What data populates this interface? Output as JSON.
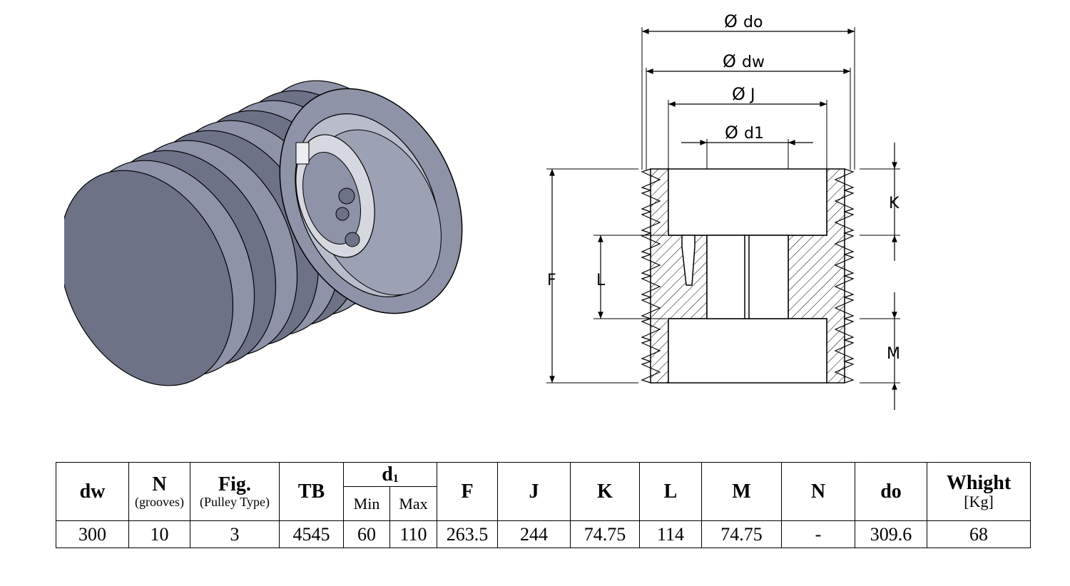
{
  "drawing": {
    "dim_do": "do",
    "dim_dw": "dw",
    "dim_J": "J",
    "dim_d1": "d1",
    "dim_K": "K",
    "dim_L": "L",
    "dim_M": "M",
    "dim_F": "F",
    "diameter_symbol": "Ø"
  },
  "table": {
    "headers": {
      "dw": "dw",
      "N": "N",
      "N_sub": "(grooves)",
      "Fig": "Fig.",
      "Fig_sub": "(Pulley Type)",
      "TB": "TB",
      "d1_main": "d",
      "d1_index": "1",
      "min": "Min",
      "max": "Max",
      "F": "F",
      "J": "J",
      "K": "K",
      "L": "L",
      "M": "M",
      "N2": "N",
      "do": "do",
      "weight": "Whight",
      "weight_unit": "[Kg]"
    },
    "row": {
      "dw": "300",
      "N": "10",
      "Fig": "3",
      "TB": "4545",
      "min": "60",
      "max": "110",
      "F": "263.5",
      "J": "244",
      "K": "74.75",
      "L": "114",
      "M": "74.75",
      "N2": "-",
      "do": "309.6",
      "weight": "68"
    }
  },
  "colors": {
    "metal": "#8e93a8",
    "metal_dark": "#6d7287",
    "metal_light": "#b8bccb",
    "bore_gray": "#c9ccd6",
    "line": "#000000"
  }
}
